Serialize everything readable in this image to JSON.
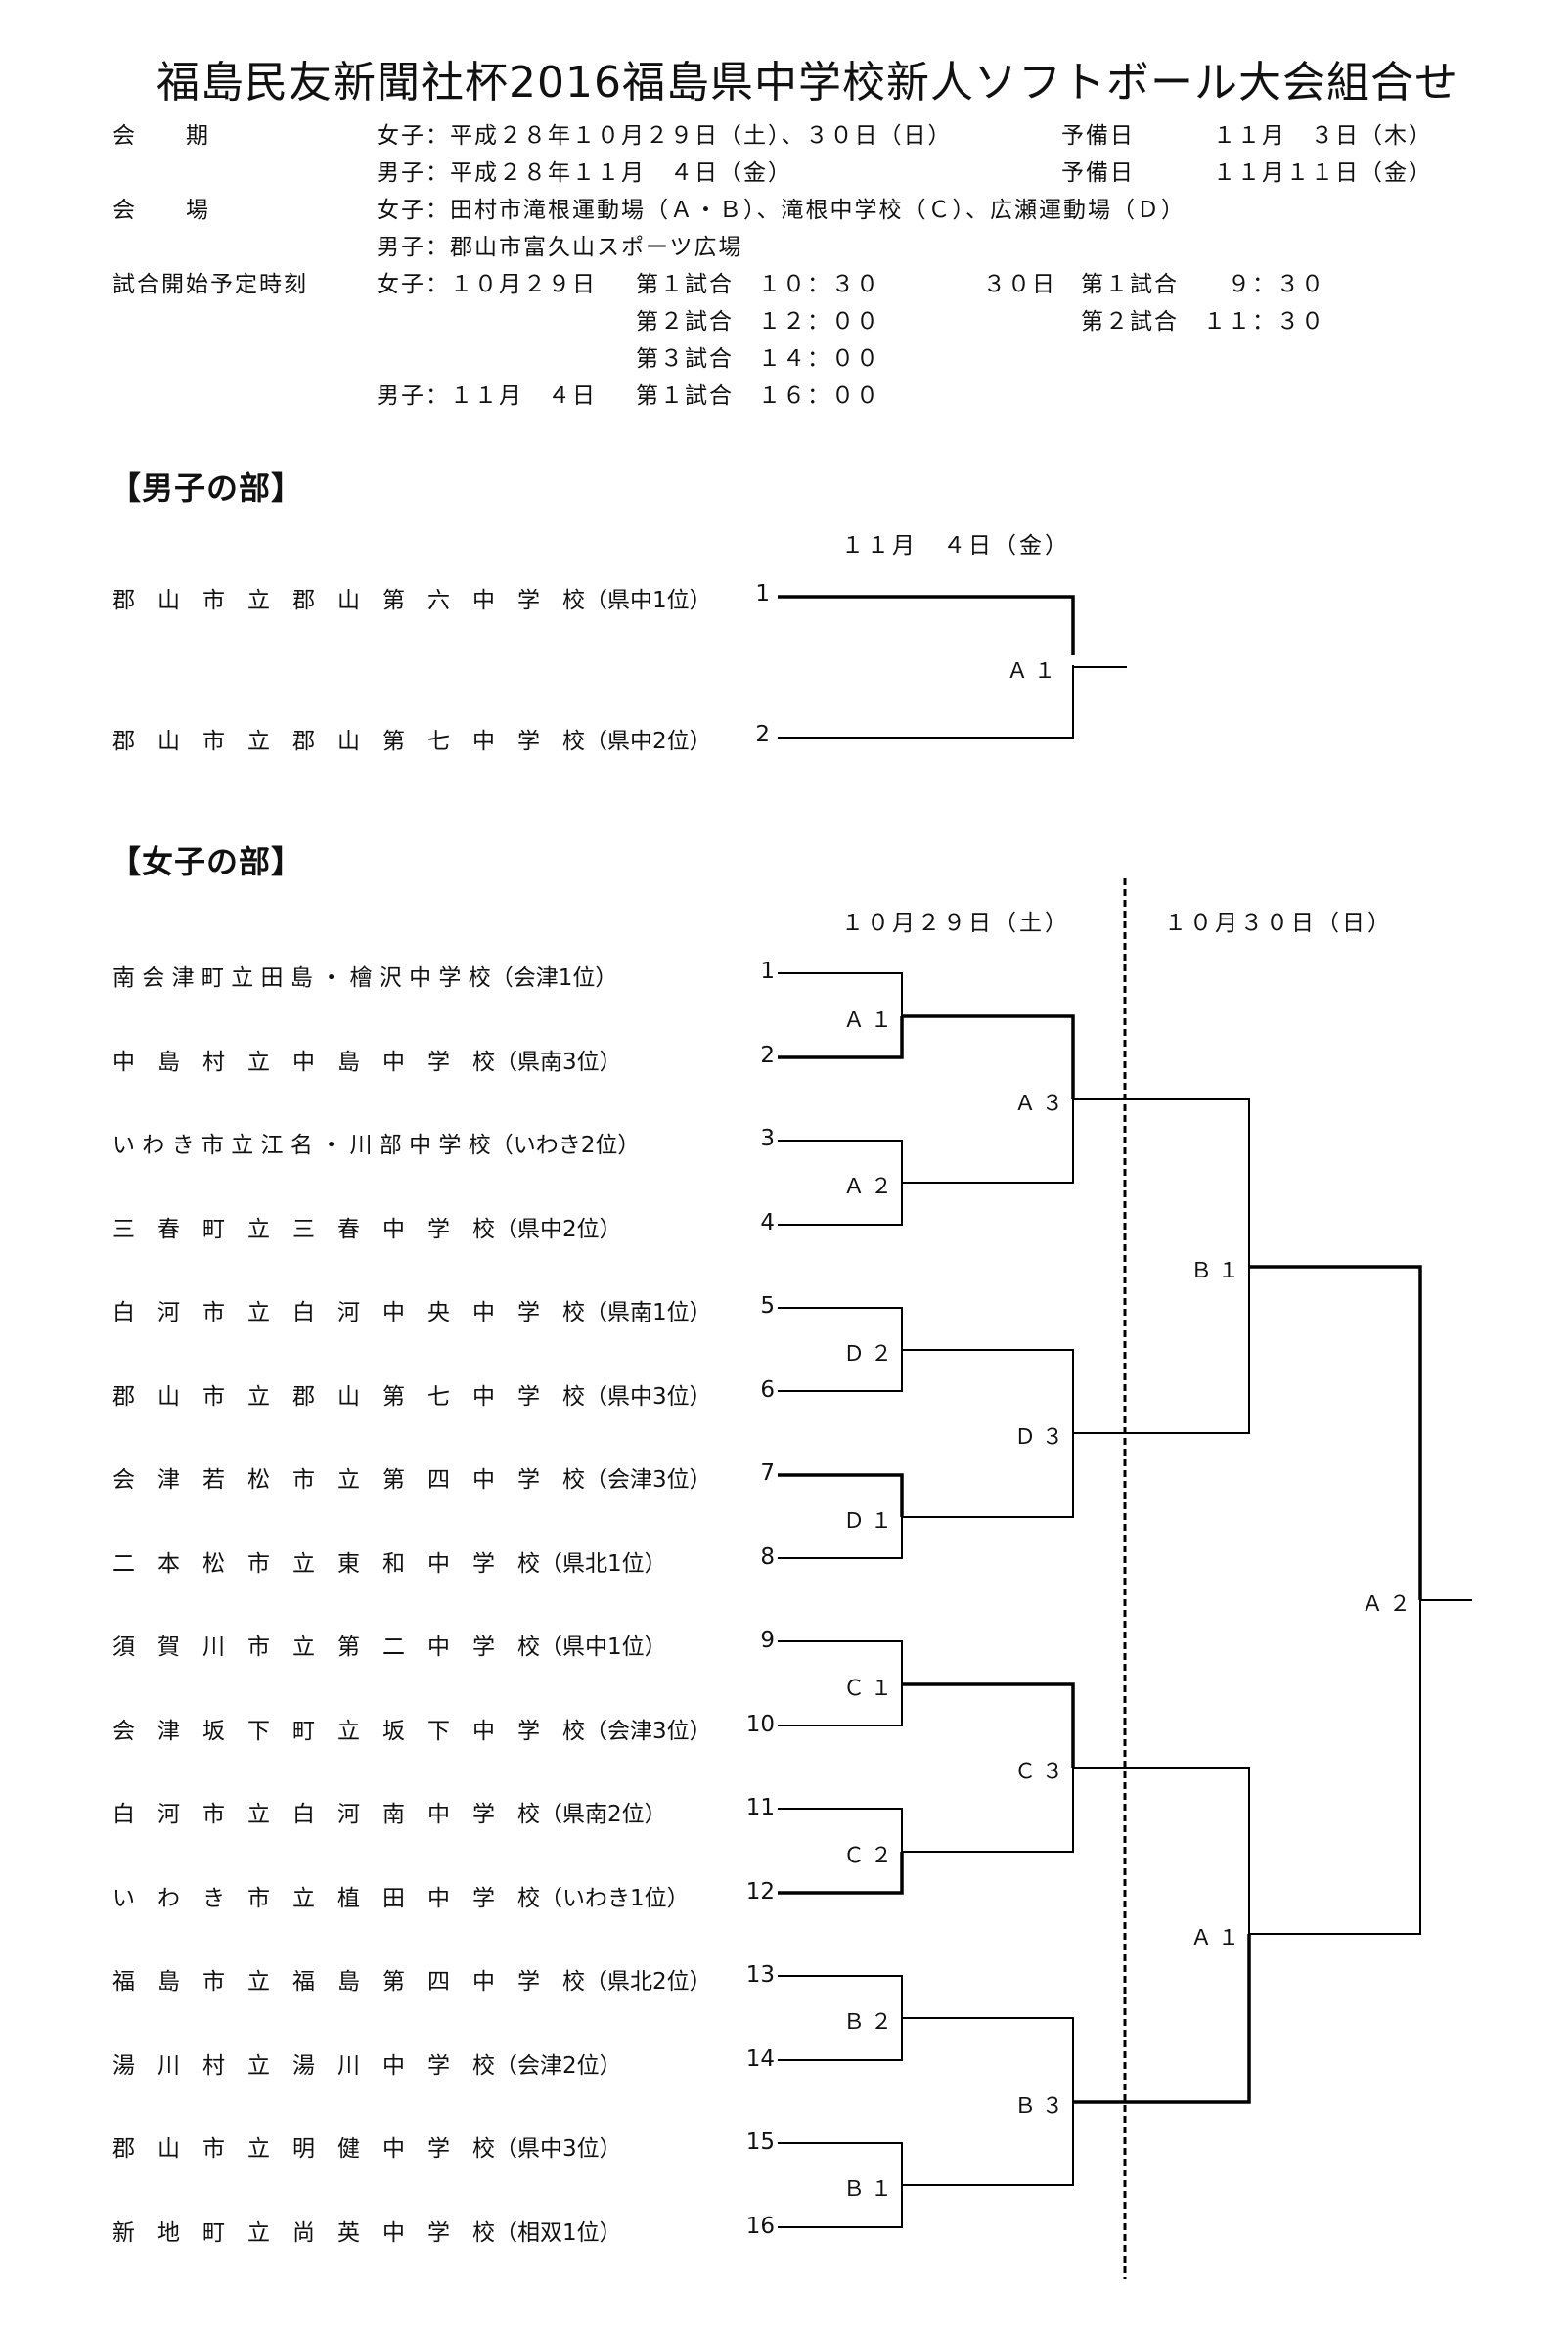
{
  "title": "福島民友新聞社杯2016福島県中学校新人ソフトボール大会組合せ",
  "info": {
    "session_label": "会　　期",
    "session_girls": "女子：平成２８年１０月２９日（土）、３０日（日）",
    "session_girls_reserve_label": "予備日",
    "session_girls_reserve": "１１月　３日（木）",
    "session_boys": "男子：平成２８年１１月　４日（金）",
    "session_boys_reserve_label": "予備日",
    "session_boys_reserve": "１１月１１日（金）",
    "venue_label": "会　　場",
    "venue_girls": "女子：田村市滝根運動場（Ａ・Ｂ）、滝根中学校（Ｃ）、広瀬運動場（Ｄ）",
    "venue_boys": "男子：郡山市富久山スポーツ広場",
    "start_label": "試合開始予定時刻",
    "girls_day1": "女子：１０月２９日",
    "game1_day1": "第１試合　１０：３０",
    "game2_day1": "第２試合　１２：００",
    "game3_day1": "第３試合　１４：００",
    "girls_day2": "３０日",
    "game1_day2": "第１試合　　９：３０",
    "game2_day2": "第２試合　１１：３０",
    "boys_day": "男子：１１月　４日",
    "boys_game1": "第１試合　１６：００"
  },
  "boys": {
    "section_title": "【男子の部】",
    "date": "１１月　４日（金）",
    "teams": [
      {
        "name": "郡　山　市　立　郡　山　第　六　中　学　校（県中1位）",
        "seed": "1"
      },
      {
        "name": "郡　山　市　立　郡　山　第　七　中　学　校（県中2位）",
        "seed": "2"
      }
    ],
    "match": "Ａ１"
  },
  "girls": {
    "section_title": "【女子の部】",
    "date_day1": "１０月２９日（土）",
    "date_day2": "１０月３０日（日）",
    "teams": [
      {
        "name": "南 会 津 町 立 田 島 ・ 檜 沢 中 学 校（会津1位）",
        "seed": "1"
      },
      {
        "name": "中　島　村　立　中　島　中　学　校（県南3位）",
        "seed": "2"
      },
      {
        "name": "い わ き 市 立 江 名 ・ 川 部 中 学 校（いわき2位）",
        "seed": "3"
      },
      {
        "name": "三　春　町　立　三　春　中　学　校（県中2位）",
        "seed": "4"
      },
      {
        "name": "白　河　市　立　白　河　中　央　中　学　校（県南1位）",
        "seed": "5"
      },
      {
        "name": "郡　山　市　立　郡　山　第　七　中　学　校（県中3位）",
        "seed": "6"
      },
      {
        "name": "会　津　若　松　市　立　第　四　中　学　校（会津3位）",
        "seed": "7"
      },
      {
        "name": "二　本　松　市　立　東　和　中　学　校（県北1位）",
        "seed": "8"
      },
      {
        "name": "須　賀　川　市　立　第　二　中　学　校（県中1位）",
        "seed": "9"
      },
      {
        "name": "会　津　坂　下　町　立　坂　下　中　学　校（会津3位）",
        "seed": "10"
      },
      {
        "name": "白　河　市　立　白　河　南　中　学　校（県南2位）",
        "seed": "11"
      },
      {
        "name": "い　わ　き　市　立　植　田　中　学　校（いわき1位）",
        "seed": "12"
      },
      {
        "name": "福　島　市　立　福　島　第　四　中　学　校（県北2位）",
        "seed": "13"
      },
      {
        "name": "湯　川　村　立　湯　川　中　学　校（会津2位）",
        "seed": "14"
      },
      {
        "name": "郡　山　市　立　明　健　中　学　校（県中3位）",
        "seed": "15"
      },
      {
        "name": "新　地　町　立　尚　英　中　学　校（相双1位）",
        "seed": "16"
      }
    ],
    "round1": [
      "Ａ１",
      "Ａ２",
      "Ｄ２",
      "Ｄ１",
      "Ｃ１",
      "Ｃ２",
      "Ｂ２",
      "Ｂ１"
    ],
    "round2": [
      "Ａ３",
      "Ｄ３",
      "Ｃ３",
      "Ｂ３"
    ],
    "semis": [
      "Ｂ１",
      "Ａ１"
    ],
    "final": "Ａ２"
  }
}
